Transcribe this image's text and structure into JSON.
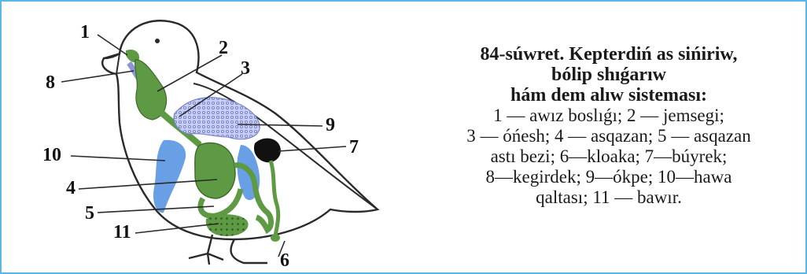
{
  "figure": {
    "caption_title_lines": [
      "84-súwret. Kepterdiń as sińiriw,",
      "bólip shıǵarıw",
      "hám dem alıw sisteması:"
    ],
    "caption_body_lines": [
      "1 — awız boslıǵı; 2 — jemsegi;",
      "3 — óńesh; 4 — asqazan; 5 — asqazan",
      "astı bezi; 6—kloaka; 7—búyrek;",
      "8—kegirdek; 9—ókpe; 10—hawa",
      "qaltası; 11 — bawır."
    ]
  },
  "labels": [
    "1",
    "2",
    "3",
    "4",
    "5",
    "6",
    "7",
    "8",
    "9",
    "10",
    "11"
  ],
  "colors": {
    "border": "#5bb8e6",
    "digestive": "#5e9a44",
    "lung": "#a9b2e8",
    "air_sac": "#4f8fe0",
    "kidney": "#111111"
  }
}
